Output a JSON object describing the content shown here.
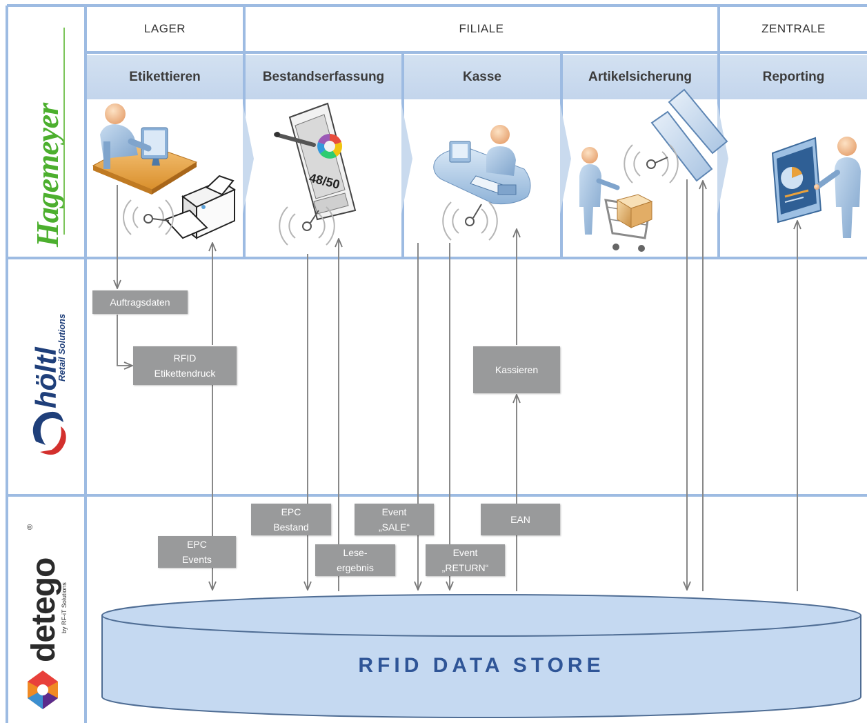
{
  "sections": {
    "lager": "LAGER",
    "filiale": "FILIALE",
    "zentrale": "ZENTRALE"
  },
  "processes": {
    "etikettieren": "Etikettieren",
    "bestandserfassung": "Bestandserfassung",
    "kasse": "Kasse",
    "artikelsicherung": "Artikelsicherung",
    "reporting": "Reporting"
  },
  "handheld_display": "48/50",
  "logos": {
    "hagemeyer": "Hagemeyer",
    "hoeltl": "höltl",
    "hoeltl_sub": "Retail Solutions",
    "detego": "detego",
    "detego_sub": "by RF-iT Solutions",
    "detego_reg": "®"
  },
  "boxes": {
    "auftragsdaten": "Auftragsdaten",
    "rfid_etikettendruck": "RFID\nEtikettendruck",
    "kassieren": "Kassieren",
    "epc_events": "EPC\nEvents",
    "epc_bestand": "EPC\nBestand",
    "leseergebnis": "Lese-\nergebnis",
    "event_sale": "Event\n„SALE“",
    "event_return": "Event\n„RETURN“",
    "ean": "EAN"
  },
  "datastore": "RFID DATA STORE",
  "colors": {
    "frame": "#9dbbe2",
    "header_fill": "#c9daee",
    "box_fill": "#999a9b",
    "store_fill": "#c5d9f1",
    "store_text": "#2f5597",
    "hagemeyer_green": "#4caf2e",
    "hoeltl_blue": "#1f3f7a",
    "hoeltl_red": "#d3302d"
  }
}
